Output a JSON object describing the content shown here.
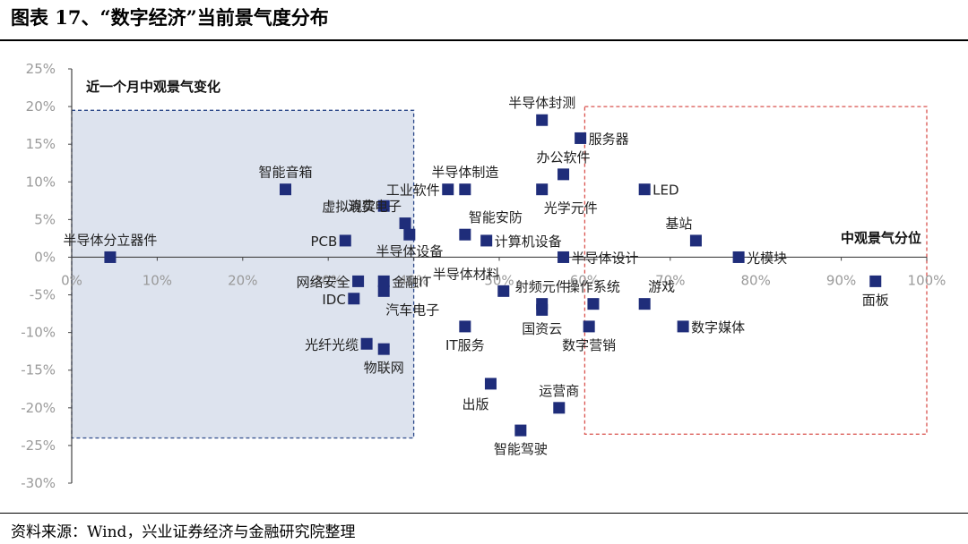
{
  "header": {
    "title": "图表 17、“数字经济”当前景气度分布"
  },
  "footer": {
    "source": "资料来源：Wind，兴业证券经济与金融研究院整理"
  },
  "chart_data": {
    "type": "scatter",
    "title": "",
    "xlabel": "中观景气分位",
    "ylabel": "近一个月中观景气变化",
    "xlim": [
      0,
      100
    ],
    "ylim": [
      -30,
      25
    ],
    "x_unit": "%",
    "y_unit": "%",
    "x_ticks": [
      "0%",
      "10%",
      "20%",
      "30%",
      "40%",
      "50%",
      "60%",
      "70%",
      "80%",
      "90%",
      "100%"
    ],
    "y_ticks": [
      "25%",
      "20%",
      "15%",
      "10%",
      "5%",
      "0%",
      "-5%",
      "-10%",
      "-15%",
      "-20%",
      "-25%",
      "-30%"
    ],
    "marker_color": "#1f2d7a",
    "highlight_regions": [
      {
        "x": [
          0,
          40
        ],
        "y": [
          -24,
          19.5
        ],
        "fill": "#dde3ee",
        "border": "#2e4a8a"
      },
      {
        "x": [
          60,
          100
        ],
        "y": [
          -23.5,
          20
        ],
        "fill": "#ffffff",
        "border": "#d9534f"
      }
    ],
    "points": [
      {
        "name": "半导体分立器件",
        "x": 4.5,
        "y": 0,
        "label_pos": "above-center"
      },
      {
        "name": "智能音箱",
        "x": 25,
        "y": 9,
        "label_pos": "above-center"
      },
      {
        "name": "虚拟现实",
        "x": 36.5,
        "y": 6.8,
        "label_pos": "left"
      },
      {
        "name": "PCB",
        "x": 32,
        "y": 2.2,
        "label_pos": "left"
      },
      {
        "name": "消费电子",
        "x": 39,
        "y": 4.5,
        "label_pos": "above-left"
      },
      {
        "name": "半导体设备",
        "x": 39.5,
        "y": 3,
        "label_pos": "below-center"
      },
      {
        "name": "网络安全",
        "x": 33.5,
        "y": -3.2,
        "label_pos": "left"
      },
      {
        "name": "金融IT",
        "x": 36.5,
        "y": -3.2,
        "label_pos": "right"
      },
      {
        "name": "IDC",
        "x": 33,
        "y": -5.5,
        "label_pos": "left"
      },
      {
        "name": "汽车电子",
        "x": 36.5,
        "y": -4.5,
        "label_pos": "below-right"
      },
      {
        "name": "光纤光缆",
        "x": 34.5,
        "y": -11.5,
        "label_pos": "left"
      },
      {
        "name": "物联网",
        "x": 36.5,
        "y": -12.2,
        "label_pos": "below"
      },
      {
        "name": "工业软件",
        "x": 44,
        "y": 9,
        "label_pos": "left"
      },
      {
        "name": "半导体制造",
        "x": 46,
        "y": 9,
        "label_pos": "above-center"
      },
      {
        "name": "智能安防",
        "x": 46,
        "y": 3,
        "label_pos": "above-right"
      },
      {
        "name": "计算机设备",
        "x": 48.5,
        "y": 2.2,
        "label_pos": "right"
      },
      {
        "name": "半导体材料",
        "x": 50.5,
        "y": -4.5,
        "label_pos": "above-left"
      },
      {
        "name": "IT服务",
        "x": 46,
        "y": -9.2,
        "label_pos": "below"
      },
      {
        "name": "出版",
        "x": 49,
        "y": -16.8,
        "label_pos": "below-left"
      },
      {
        "name": "智能驾驶",
        "x": 52.5,
        "y": -23,
        "label_pos": "below"
      },
      {
        "name": "半导体封测",
        "x": 55,
        "y": 18.2,
        "label_pos": "above-center"
      },
      {
        "name": "服务器",
        "x": 59.5,
        "y": 15.8,
        "label_pos": "right"
      },
      {
        "name": "办公软件",
        "x": 57.5,
        "y": 11,
        "label_pos": "above-center"
      },
      {
        "name": "光学元件",
        "x": 55,
        "y": 9,
        "label_pos": "below-right"
      },
      {
        "name": "LED",
        "x": 67,
        "y": 9,
        "label_pos": "right"
      },
      {
        "name": "半导体设计",
        "x": 57.5,
        "y": 0,
        "label_pos": "right"
      },
      {
        "name": "射频元件",
        "x": 55,
        "y": -6.2,
        "label_pos": "above-center"
      },
      {
        "name": "国资云",
        "x": 55,
        "y": -7,
        "label_pos": "below"
      },
      {
        "name": "操作系统",
        "x": 61,
        "y": -6.2,
        "label_pos": "above-center"
      },
      {
        "name": "数字营销",
        "x": 60.5,
        "y": -9.2,
        "label_pos": "below"
      },
      {
        "name": "游戏",
        "x": 67,
        "y": -6.2,
        "label_pos": "above-right"
      },
      {
        "name": "数字媒体",
        "x": 71.5,
        "y": -9.2,
        "label_pos": "right"
      },
      {
        "name": "运营商",
        "x": 57,
        "y": -20,
        "label_pos": "above-center"
      },
      {
        "name": "基站",
        "x": 73,
        "y": 2.2,
        "label_pos": "above-left"
      },
      {
        "name": "光模块",
        "x": 78,
        "y": 0,
        "label_pos": "right"
      },
      {
        "name": "面板",
        "x": 94,
        "y": -3.2,
        "label_pos": "below"
      }
    ]
  }
}
